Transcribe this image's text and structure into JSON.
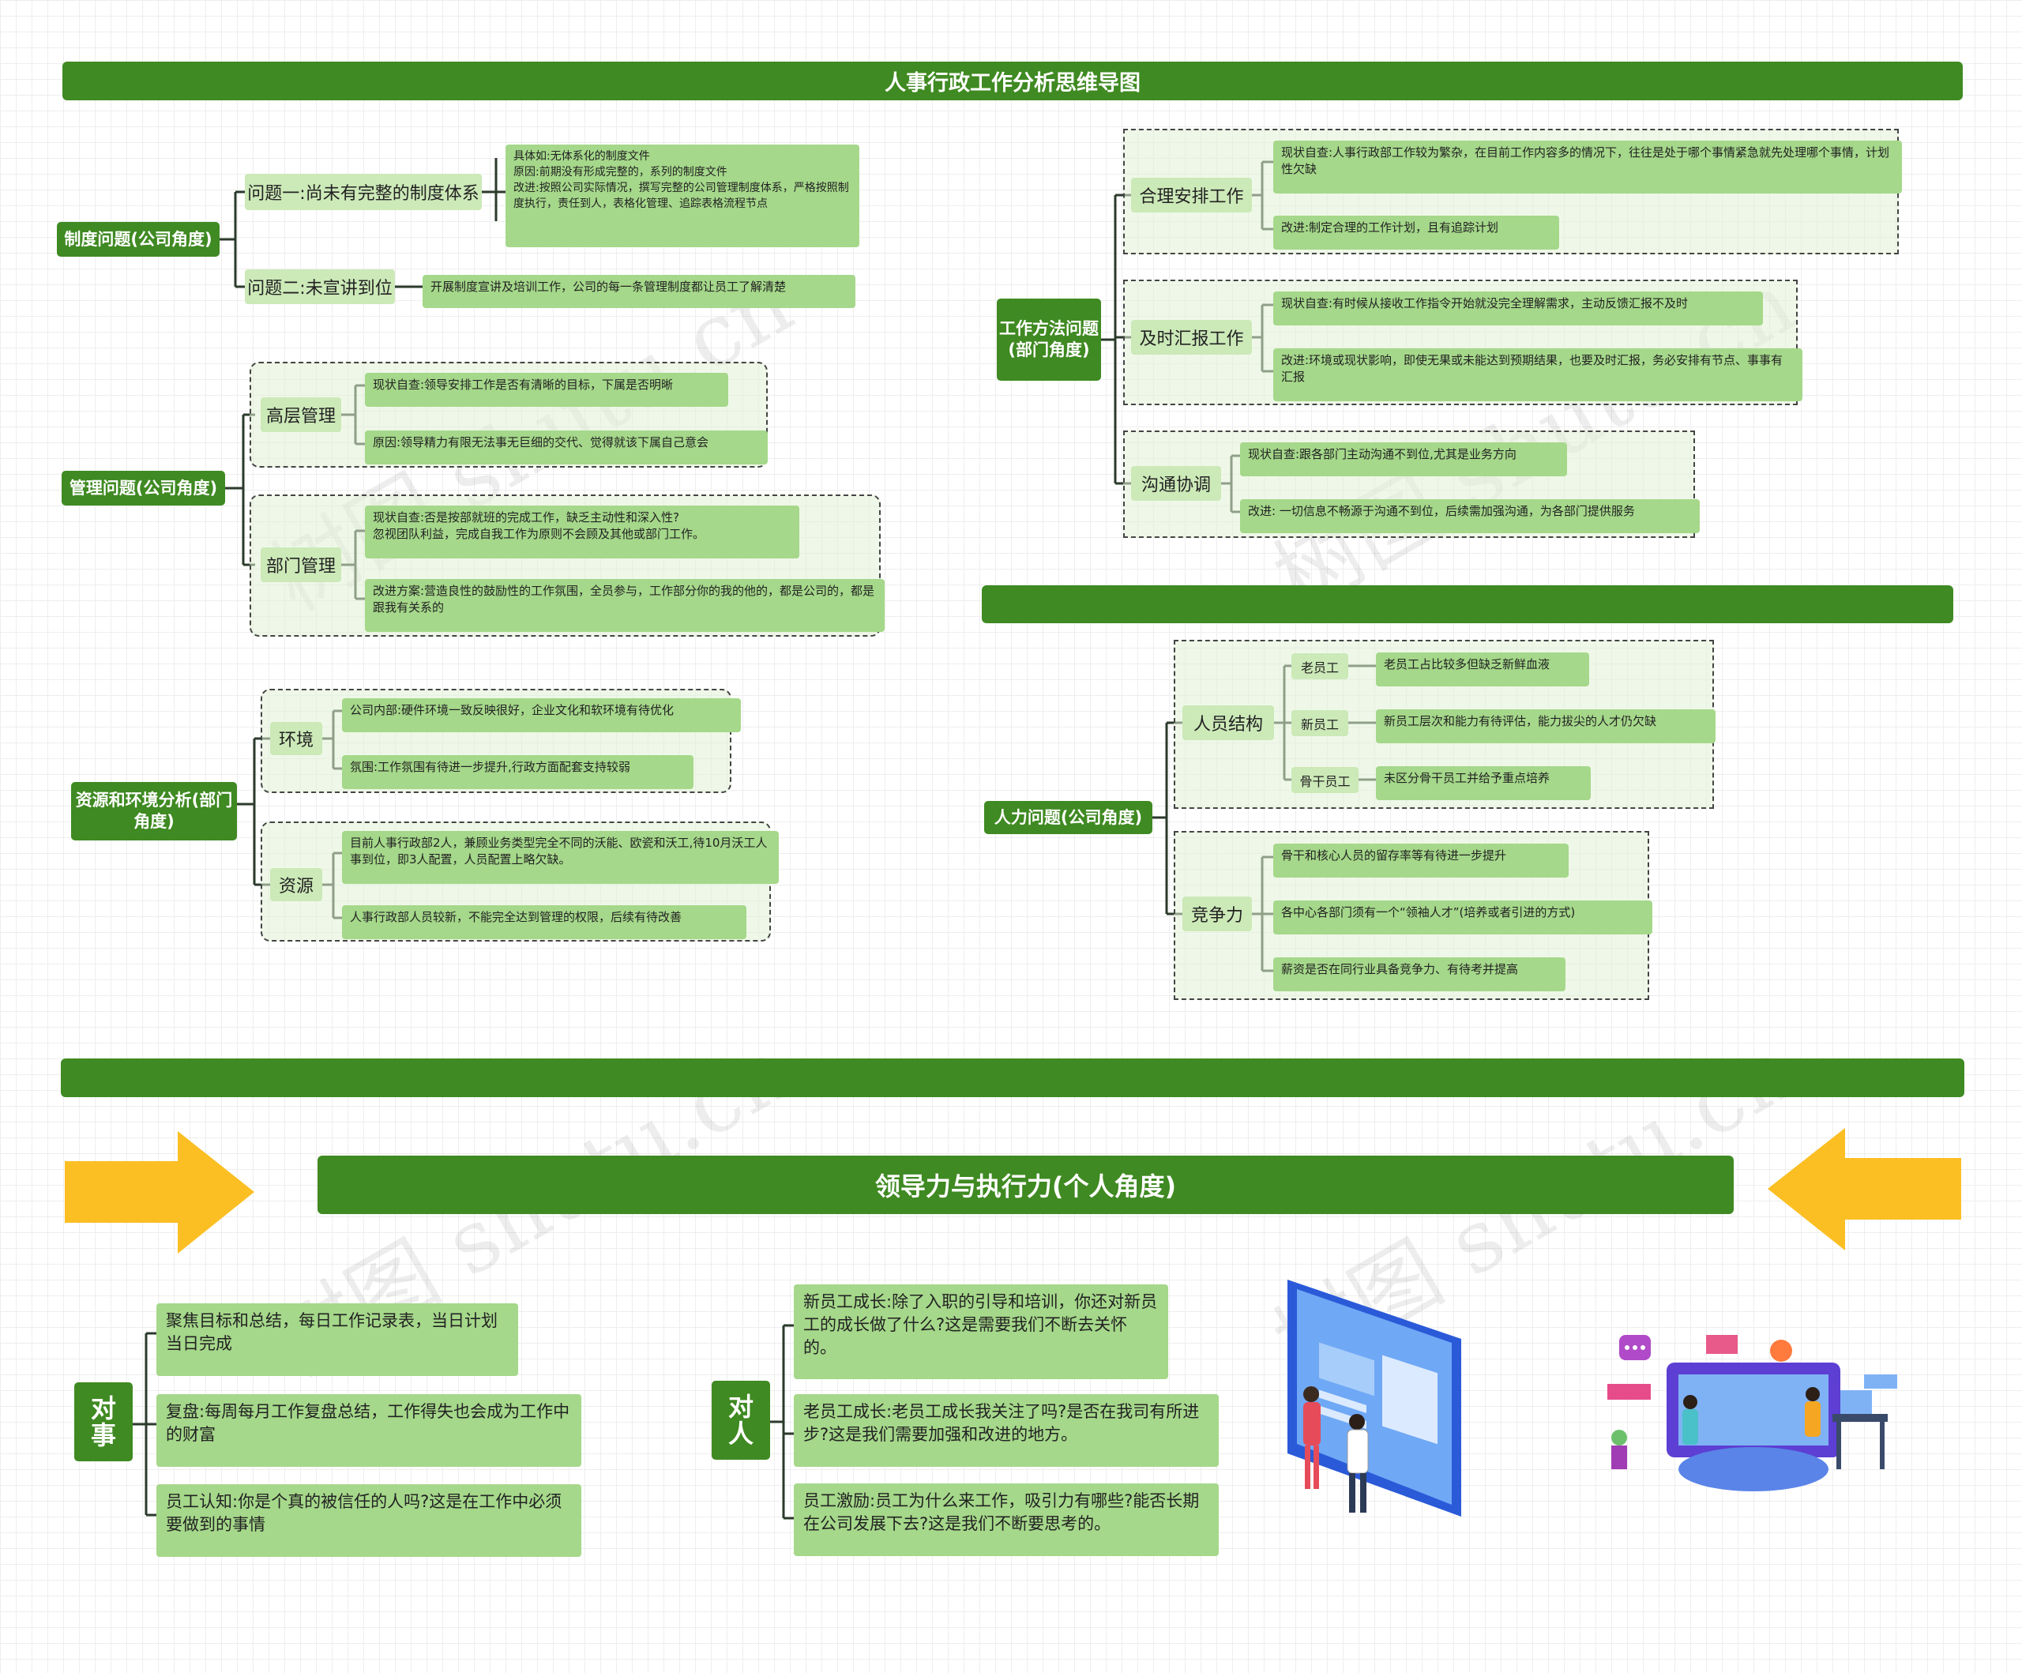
{
  "title": "人事行政工作分析思维导图",
  "left_branches": {
    "zhidu": {
      "root": "制度问题(公司角度)",
      "q1": "问题一:尚未有完整的制度体系",
      "q1_note": "具体如:无体系化的制度文件\n原因:前期没有形成完整的，系列的制度文件\n改进:按照公司实际情况，撰写完整的公司管理制度体系，严格按照制度执行，责任到人，表格化管理、追踪表格流程节点",
      "q2": "问题二:未宣讲到位",
      "q2_note": "开展制度宣讲及培训工作，公司的每一条管理制度都让员工了解清楚"
    },
    "guanli": {
      "root": "管理问题(公司角度)",
      "gaoceng": "高层管理",
      "gaoceng_1": "现状自查:领导安排工作是否有清晰的目标，下属是否明晰",
      "gaoceng_2": "原因:领导精力有限无法事无巨细的交代、觉得就该下属自己意会",
      "bumen": "部门管理",
      "bumen_1": "现状自查:否是按部就班的完成工作，缺乏主动性和深入性?\n忽视团队利益，完成自我工作为原则不会顾及其他或部门工作。",
      "bumen_2": "改进方案:营造良性的鼓励性的工作氛围，全员参与，工作部分你的我的他的，都是公司的，都是跟我有关系的"
    },
    "ziyuan": {
      "root": "资源和环境分析(部门角度)",
      "huanjing": "环境",
      "huanjing_1": "公司内部:硬件环境一致反映很好，企业文化和软环境有待优化",
      "huanjing_2": "氛围:工作氛围有待进一步提升,行政方面配套支持较弱",
      "ziyuan_mid": "资源",
      "ziyuan_1": "目前人事行政部2人，兼顾业务类型完全不同的沃能、欧瓷和沃工,待10月沃工人事到位，即3人配置，人员配置上略欠缺。",
      "ziyuan_2": "人事行政部人员较新，不能完全达到管理的权限，后续有待改善"
    }
  },
  "right_branches": {
    "gongzuo": {
      "root": "工作方法问题(部门角度)",
      "heli": "合理安排工作",
      "heli_1": "现状自查:人事行政部工作较为繁杂，在目前工作内容多的情况下，往往是处于哪个事情紧急就先处理哪个事情，计划性欠缺",
      "heli_2": "改进:制定合理的工作计划，且有追踪计划",
      "jishi": "及时汇报工作",
      "jishi_1": "现状自查:有时候从接收工作指令开始就没完全理解需求，主动反馈汇报不及时",
      "jishi_2": "改进:环境或现状影响，即使无果或未能达到预期结果，也要及时汇报，务必安排有节点、事事有汇报",
      "goutong": "沟通协调",
      "goutong_1": "现状自查:跟各部门主动沟通不到位,尤其是业务方向",
      "goutong_2": "改进: 一切信息不畅源于沟通不到位，后续需加强沟通，为各部门提供服务"
    },
    "renli": {
      "root": "人力问题(公司角度)",
      "jiegou": "人员结构",
      "lao": "老员工",
      "lao_note": "老员工占比较多但缺乏新鲜血液",
      "xin": "新员工",
      "xin_note": "新员工层次和能力有待评估，能力拔尖的人才仍欠缺",
      "gugan": "骨干员工",
      "gugan_note": "未区分骨干员工并给予重点培养",
      "jingzheng": "竞争力",
      "jz_1": "骨干和核心人员的留存率等有待进一步提升",
      "jz_2": "各中心各部门须有一个“领袖人才”(培养或者引进的方式)",
      "jz_3": "薪资是否在同行业具备竞争力、有待考并提高"
    }
  },
  "section_title": "领导力与执行力(个人角度)",
  "dui_shi": {
    "root": "对事",
    "items": [
      "聚焦目标和总结，每日工作记录表，当日计划当日完成",
      "复盘:每周每月工作复盘总结，工作得失也会成为工作中的财富",
      "员工认知:你是个真的被信任的人吗?这是在工作中必须要做到的事情"
    ]
  },
  "dui_ren": {
    "root": "对人",
    "items": [
      "新员工成长:除了入职的引导和培训，你还对新员工的成长做了什么?这是需要我们不断去关怀的。",
      "老员工成长:老员工成长我关注了吗?是否在我司有所进步?这是我们需要加强和改进的地方。",
      "员工激励:员工为什么来工作，吸引力有哪些?能否长期在公司发展下去?这是我们不断要思考的。"
    ]
  },
  "watermark": "树图 shutu.cn",
  "colors": {
    "primary_green": "#3f8a22",
    "leaf_green": "#a5d88a",
    "mid_green": "#cce9b8",
    "arrow_yellow": "#fbbf24"
  }
}
